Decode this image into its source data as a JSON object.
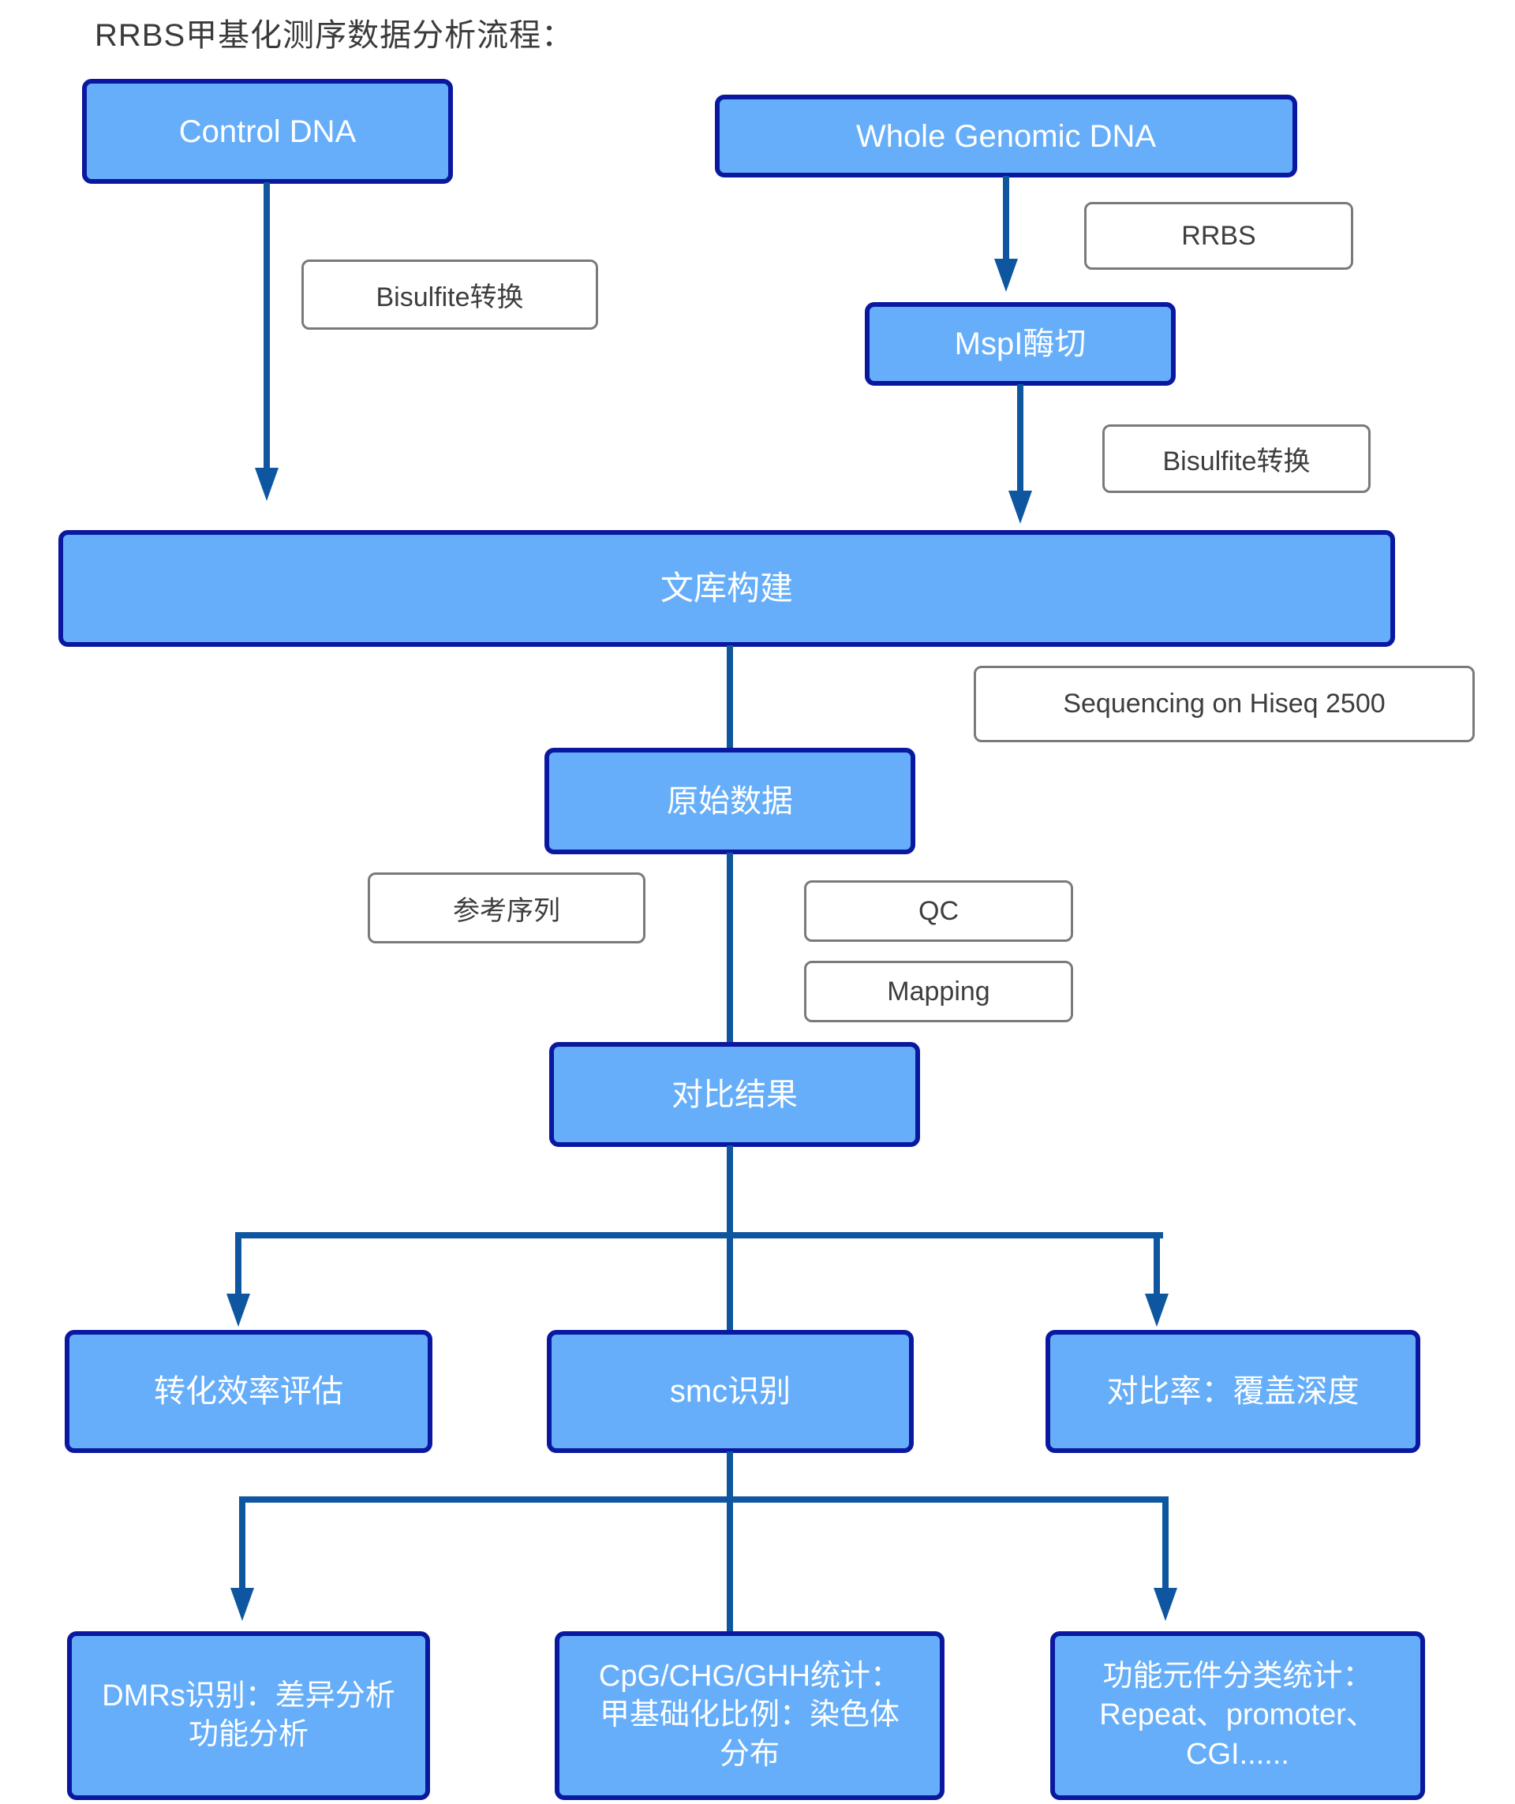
{
  "title": "RRBS甲基化测序数据分析流程：",
  "nodes": {
    "control_dna": {
      "label": "Control DNA"
    },
    "whole_genomic_dna": {
      "label": "Whole Genomic DNA"
    },
    "mspi_digestion": {
      "label": "MspI酶切"
    },
    "library_construction": {
      "label": "文库构建"
    },
    "raw_data": {
      "label": "原始数据"
    },
    "alignment_result": {
      "label": "对比结果"
    },
    "conversion_efficiency": {
      "label": "转化效率评估"
    },
    "smc_identification": {
      "label": "smc识别"
    },
    "alignment_rate": {
      "label": "对比率：覆盖深度"
    },
    "dmrs": {
      "lines": [
        "DMRs识别：差异分析",
        "功能分析"
      ]
    },
    "cpg_stats": {
      "lines": [
        "CpG/CHG/GHH统计：",
        "甲基础化比例：染色体",
        "分布"
      ]
    },
    "functional_elements": {
      "lines": [
        "功能元件分类统计：",
        "Repeat、promoter、",
        "CGI......"
      ]
    }
  },
  "step_labels": {
    "bisulfite_conversion_left": "Bisulfite转换",
    "rrbs": "RRBS",
    "bisulfite_conversion_right": "Bisulfite转换",
    "sequencing": "Sequencing on Hiseq 2500",
    "reference_sequence": "参考序列",
    "qc": "QC",
    "mapping": "Mapping"
  },
  "colors": {
    "node_fill": "#66aefa",
    "node_border": "#0a18a0",
    "connector": "#0e57a0",
    "label_border": "#7a7a7a",
    "label_text": "#3d3d3d",
    "title_text": "#3a3a3a",
    "node_text": "#ffffff"
  }
}
